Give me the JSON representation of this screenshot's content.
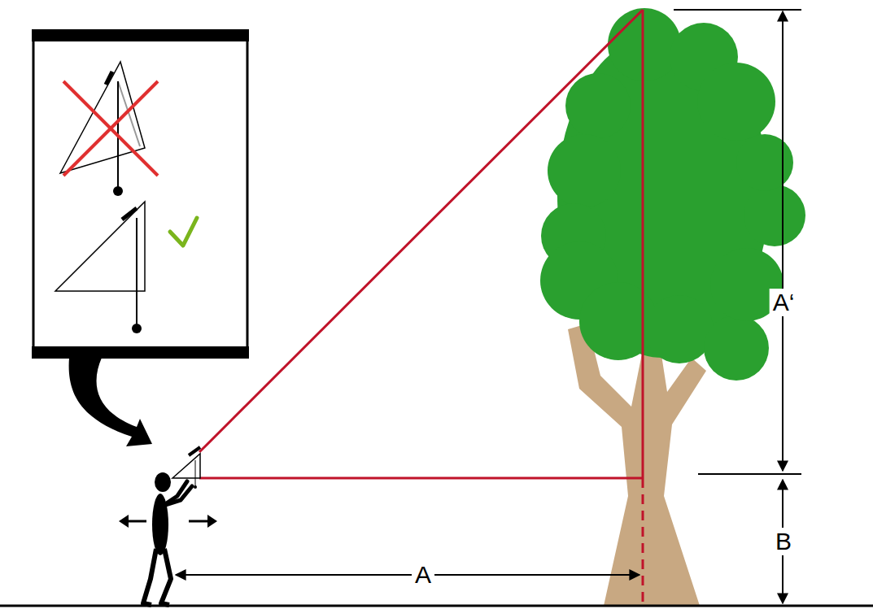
{
  "diagram": {
    "labels": [
      "A‘",
      "B",
      "A"
    ]
  }
}
